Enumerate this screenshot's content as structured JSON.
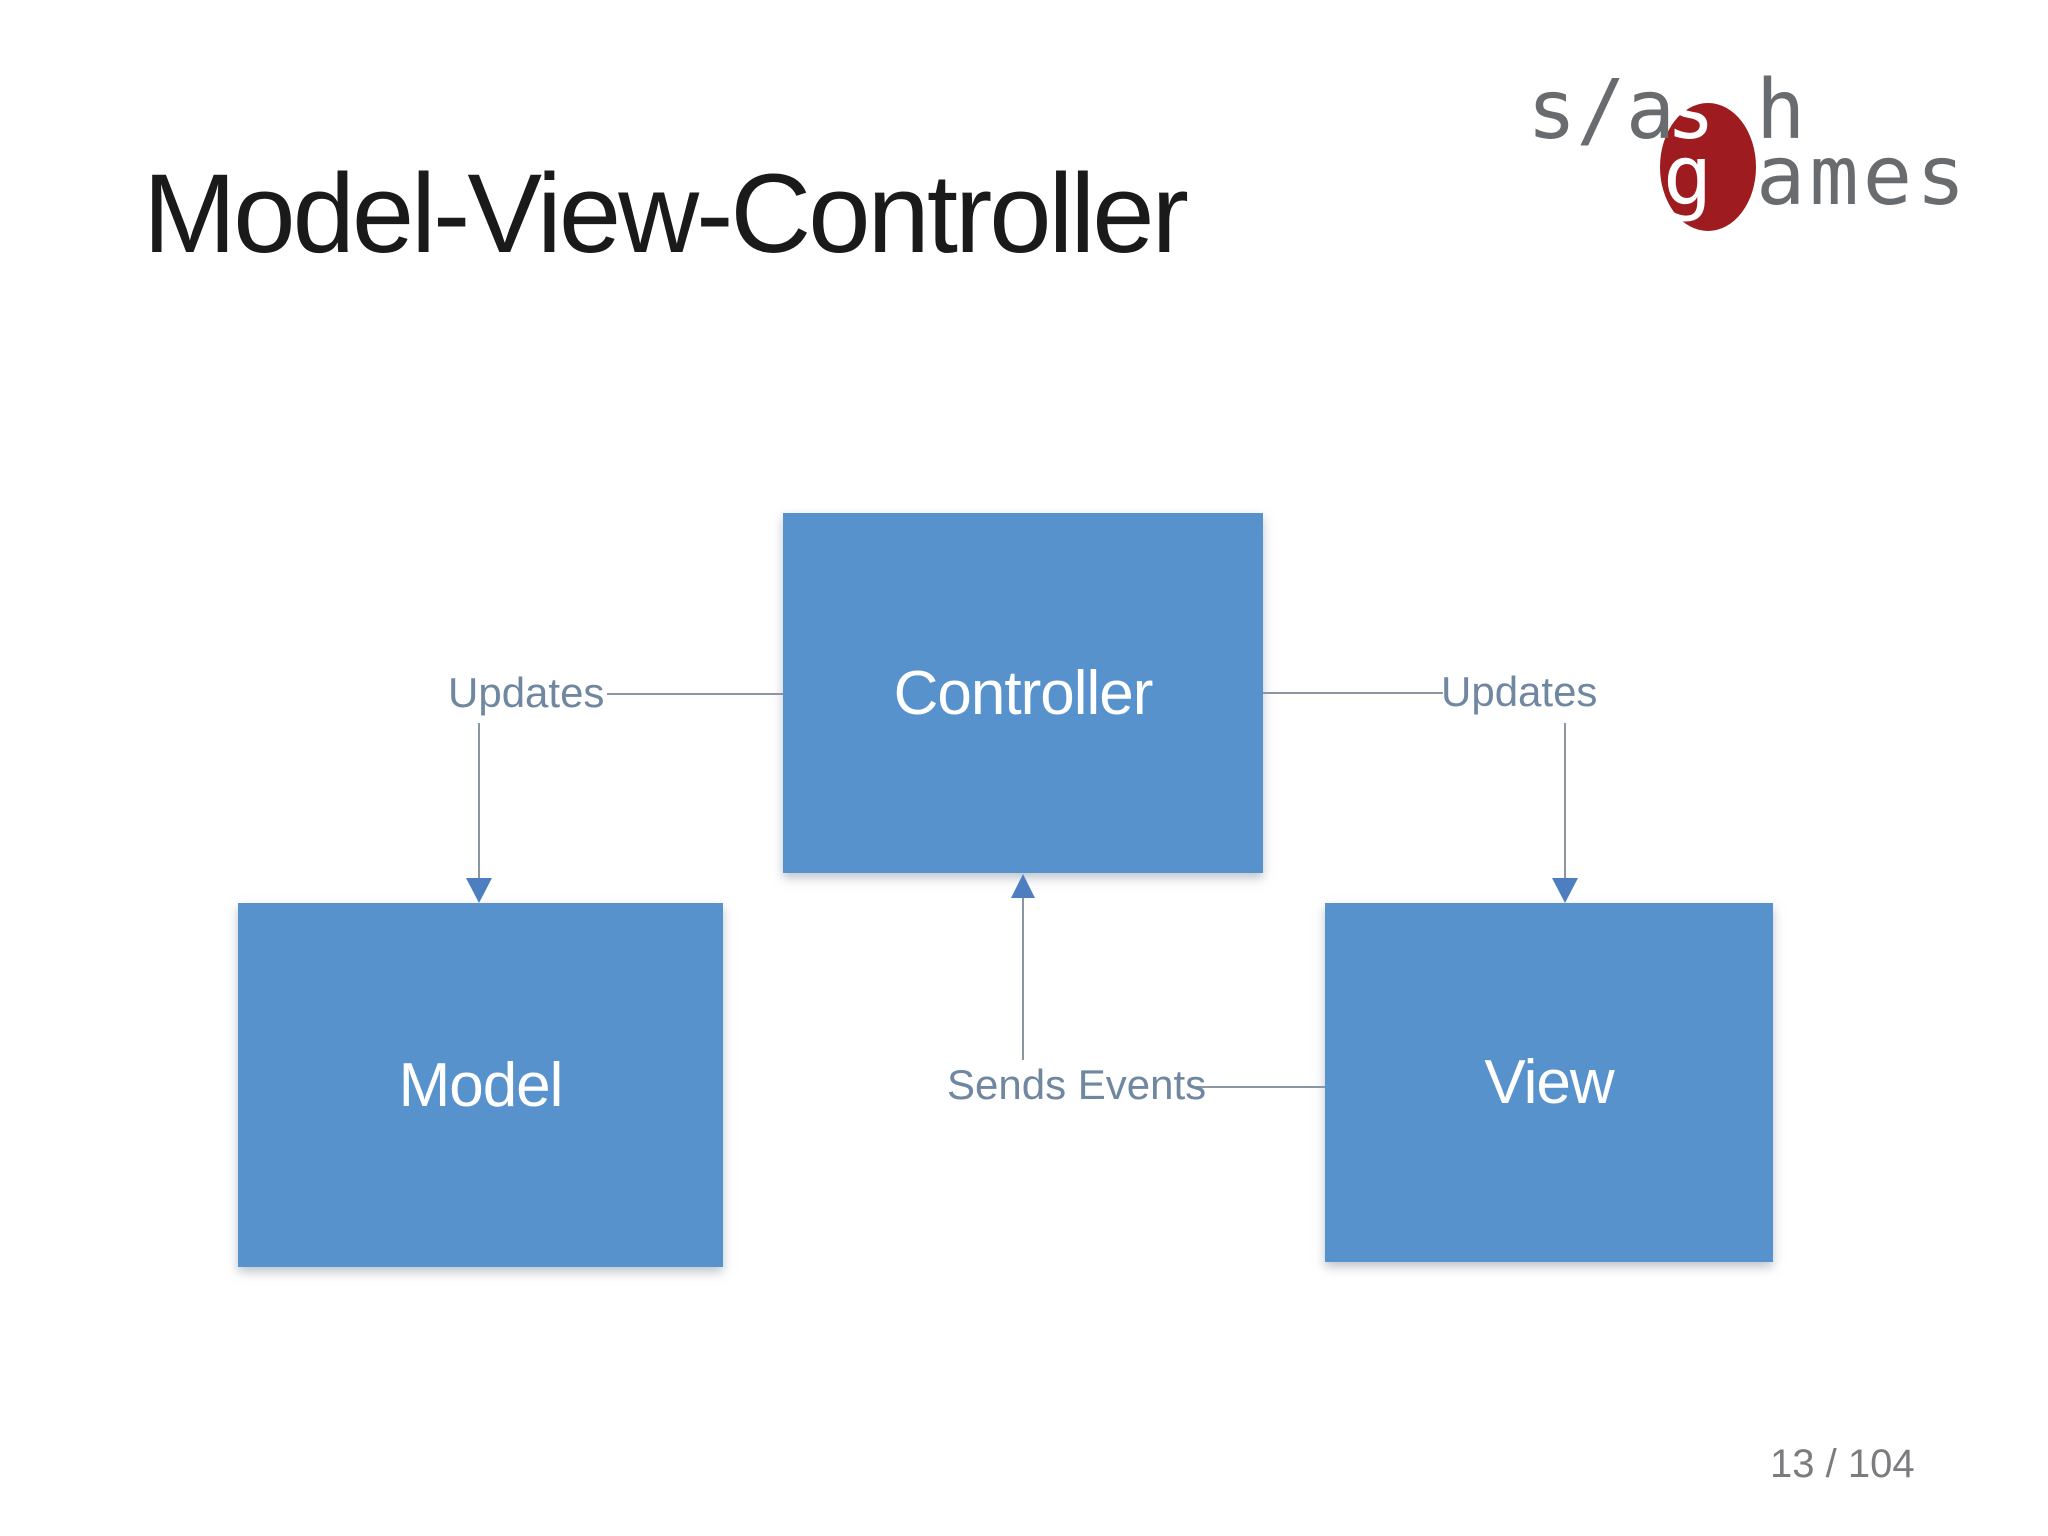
{
  "slide": {
    "title": "Model-View-Controller",
    "page_number": "13 / 104",
    "background_color": "#FFFFFF"
  },
  "logo": {
    "name": "slash games",
    "top_line": {
      "pre": "s/a",
      "accent": "s",
      "post": "h"
    },
    "bottom_line": {
      "accent": "g",
      "post": "ames"
    },
    "accent_bg_color": "#9E1C1F",
    "accent_text_color": "#FFFFFF",
    "text_color": "#696C6F"
  },
  "diagram": {
    "type": "flow",
    "box_fill_color": "#5892CD",
    "box_text_color": "#FFFFFF",
    "connector_line_color": "#8A97A3",
    "connector_label_color": "#6F87A0",
    "arrow_color": "#4C7EC0",
    "boxes": [
      {
        "label": "Controller"
      },
      {
        "label": "Model"
      },
      {
        "label": "View"
      }
    ],
    "connectors": [
      {
        "label": "Updates",
        "from": "Controller",
        "to": "Model",
        "direction": "down"
      },
      {
        "label": "Updates",
        "from": "Controller",
        "to": "View",
        "direction": "down"
      },
      {
        "label": "Sends Events",
        "from": "View",
        "to": "Controller",
        "direction": "up"
      }
    ]
  }
}
